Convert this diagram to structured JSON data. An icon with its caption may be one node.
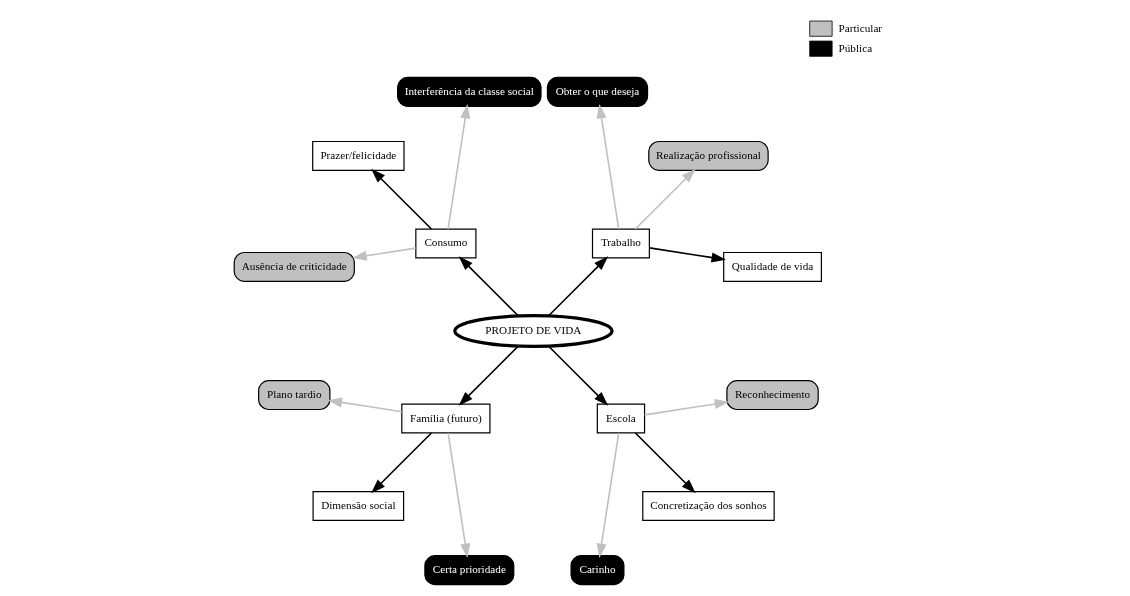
{
  "diagram": {
    "nodes": [
      {
        "text": [
          "PROJETO DE VIDA"
        ]
      },
      {
        "text": [
          "Trabalho"
        ]
      },
      {
        "text": [
          "Qualidade de vida"
        ]
      },
      {
        "text": [
          "Realização profissional"
        ]
      },
      {
        "text": [
          "Obter o que deseja"
        ]
      },
      {
        "text": [
          "Consumo"
        ]
      },
      {
        "text": [
          "Interferência da classe social"
        ]
      },
      {
        "text": [
          "Prazer/felicidade"
        ]
      },
      {
        "text": [
          "Ausência de criticidade"
        ]
      },
      {
        "text": [
          "Família (futuro)"
        ]
      },
      {
        "text": [
          "Plano tardio"
        ]
      },
      {
        "text": [
          "Dimensão social"
        ]
      },
      {
        "text": [
          "Certa prioridade"
        ]
      },
      {
        "text": [
          "Escola"
        ]
      },
      {
        "text": [
          "Carinho"
        ]
      },
      {
        "text": [
          "Concretização dos sonhos"
        ]
      },
      {
        "text": [
          "Reconhecimento"
        ]
      }
    ],
    "edges": [
      {
        "from": 0,
        "to": 1,
        "arrow": "to"
      },
      {
        "from": 1,
        "to": 2,
        "arrow": "to"
      },
      {
        "from": 1,
        "to": 3,
        "arrow": "to",
        "color": "#c0c0c0"
      },
      {
        "from": 1,
        "to": 4,
        "arrow": "to",
        "color": "#c0c0c0"
      },
      {
        "from": 0,
        "to": 5,
        "arrow": "to"
      },
      {
        "from": 5,
        "to": 6,
        "arrow": "to",
        "color": "#c0c0c0"
      },
      {
        "from": 5,
        "to": 7,
        "arrow": "to"
      },
      {
        "from": 5,
        "to": 8,
        "arrow": "to",
        "color": "#c0c0c0"
      },
      {
        "from": 0,
        "to": 9,
        "arrow": "to"
      },
      {
        "from": 9,
        "to": 10,
        "arrow": "to",
        "color": "#c0c0c0"
      },
      {
        "from": 9,
        "to": 11,
        "arrow": "to"
      },
      {
        "from": 9,
        "to": 12,
        "arrow": "to",
        "color": "#c0c0c0"
      },
      {
        "from": 0,
        "to": 13,
        "arrow": "to"
      },
      {
        "from": 13,
        "to": 14,
        "arrow": "to",
        "color": "#c0c0c0"
      },
      {
        "from": 13,
        "to": 15,
        "arrow": "to"
      },
      {
        "from": 13,
        "to": 16,
        "arrow": "to",
        "color": "#c0c0c0"
      }
    ],
    "legend": [
      {
        "text": "Particular",
        "color": "#c0c0c0"
      },
      {
        "text": "Pública",
        "color": "#000000"
      }
    ]
  }
}
